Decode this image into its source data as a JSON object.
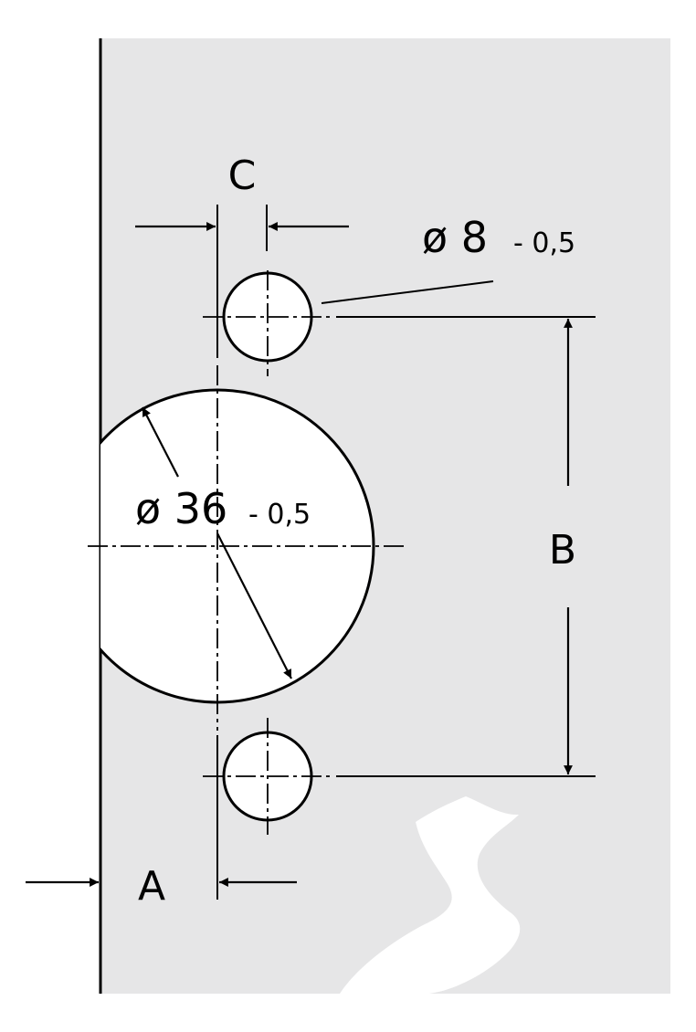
{
  "labels": {
    "dim_c": "C",
    "dim_b": "B",
    "dim_a": "A",
    "small_hole_diameter": "ø 8",
    "small_hole_tolerance": "- 0,5",
    "cup_hole_diameter": "ø 36",
    "cup_hole_tolerance": "- 0,5"
  },
  "colors": {
    "panel": "#e6e6e7",
    "hole": "#ffffff",
    "line": "#000000",
    "logo": "#ffffff"
  },
  "icons": {
    "logo": "hettich-wave-logo"
  }
}
